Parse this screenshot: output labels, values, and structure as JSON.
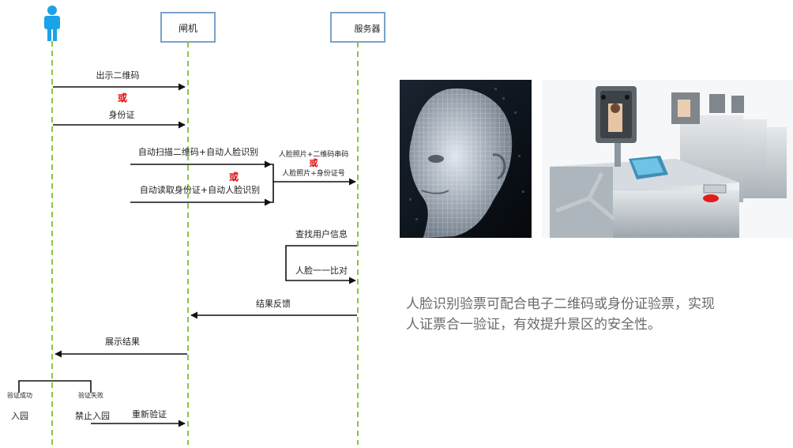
{
  "participants": {
    "gate": "闸机",
    "server": "服务器"
  },
  "messages": {
    "show_qr": "出示二维码",
    "or_1": "或",
    "id_card": "身份证",
    "auto_scan": "自动扫描二维码+自动人脸识别",
    "or_2": "或",
    "auto_read": "自动读取身份证+自动人脸识别",
    "face_qr": "人脸照片+二维码串码",
    "or_3": "或",
    "face_id": "人脸照片+身份证号",
    "lookup": "查找用户信息",
    "compare": "人脸一一比对",
    "feedback": "结果反馈",
    "display": "展示结果",
    "verify_ok": "验证成功",
    "verify_fail": "验证失败",
    "enter": "入园",
    "forbid": "禁止入园",
    "retry": "重新验证"
  },
  "caption": {
    "line1": "人脸识别验票可配合电子二维码或身份证验票，实现",
    "line2": "人证票合一验证，有效提升景区的安全性。"
  },
  "colors": {
    "lifeline": "#8dc63f",
    "box_border": "#7aa3c8",
    "person": "#1aa3e8",
    "accent_red": "#e00000"
  }
}
